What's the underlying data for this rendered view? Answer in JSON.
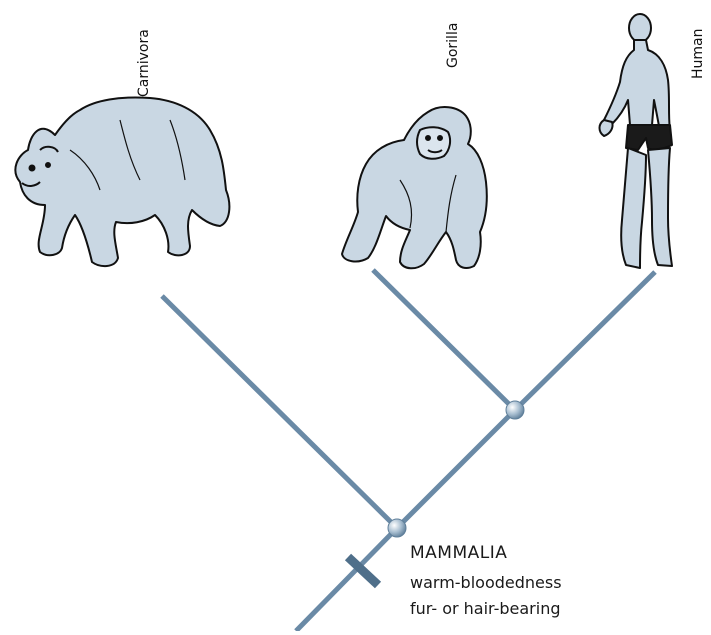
{
  "taxa": [
    {
      "id": "carnivora",
      "label": "Carnivora",
      "icon": "bear-illustration"
    },
    {
      "id": "gorilla",
      "label": "Gorilla",
      "icon": "gorilla-illustration"
    },
    {
      "id": "human",
      "label": "Human",
      "icon": "human-illustration"
    }
  ],
  "clade": {
    "name": "MAMMALIA",
    "traits": [
      "warm-bloodedness",
      "fur- or hair-bearing"
    ]
  },
  "colors": {
    "branch": "#6a8aa6",
    "node": "#9fb6c9",
    "animal_fill": "#c9d7e3",
    "outline": "#111111"
  }
}
